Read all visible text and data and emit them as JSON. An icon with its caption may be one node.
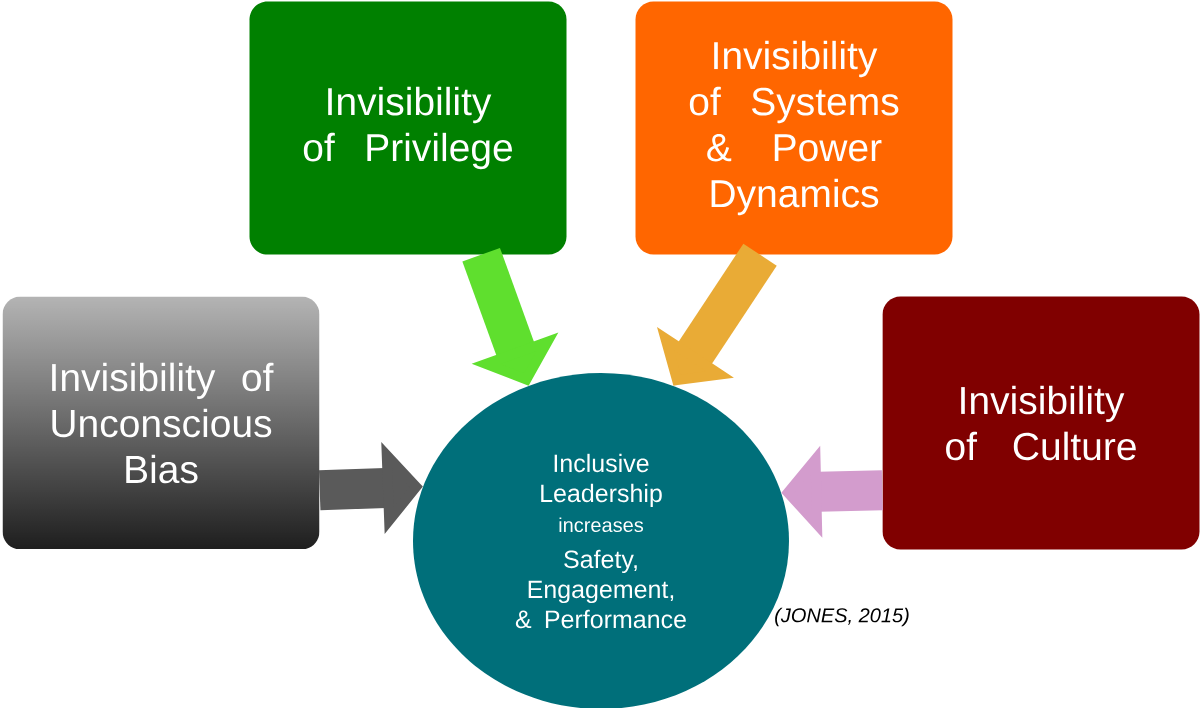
{
  "diagram": {
    "nodes": [
      {
        "text": [
          "Invisibility of Unconscious Bias"
        ]
      },
      {
        "text": [
          "Invisibility of Privilege"
        ]
      },
      {
        "text": [
          "Invisibility of Systems & Power Dynamics"
        ]
      },
      {
        "text": [
          "Invisibility of Culture"
        ]
      },
      {
        "text": [
          "Inclusive Leadership",
          "increases",
          "Safety, Engagement, & Performance"
        ]
      }
    ],
    "edges": [
      {
        "from": 0,
        "to": 4,
        "arrow": "to",
        "color": "#5a5a5a"
      },
      {
        "from": 1,
        "to": 4,
        "arrow": "to",
        "color": "#5fdf2e"
      },
      {
        "from": 2,
        "to": 4,
        "arrow": "to",
        "color": "#e9ab36"
      },
      {
        "from": 3,
        "to": 4,
        "arrow": "to",
        "color": "#d39ccd"
      }
    ],
    "labels": [
      "(JONES, 2015)"
    ]
  }
}
